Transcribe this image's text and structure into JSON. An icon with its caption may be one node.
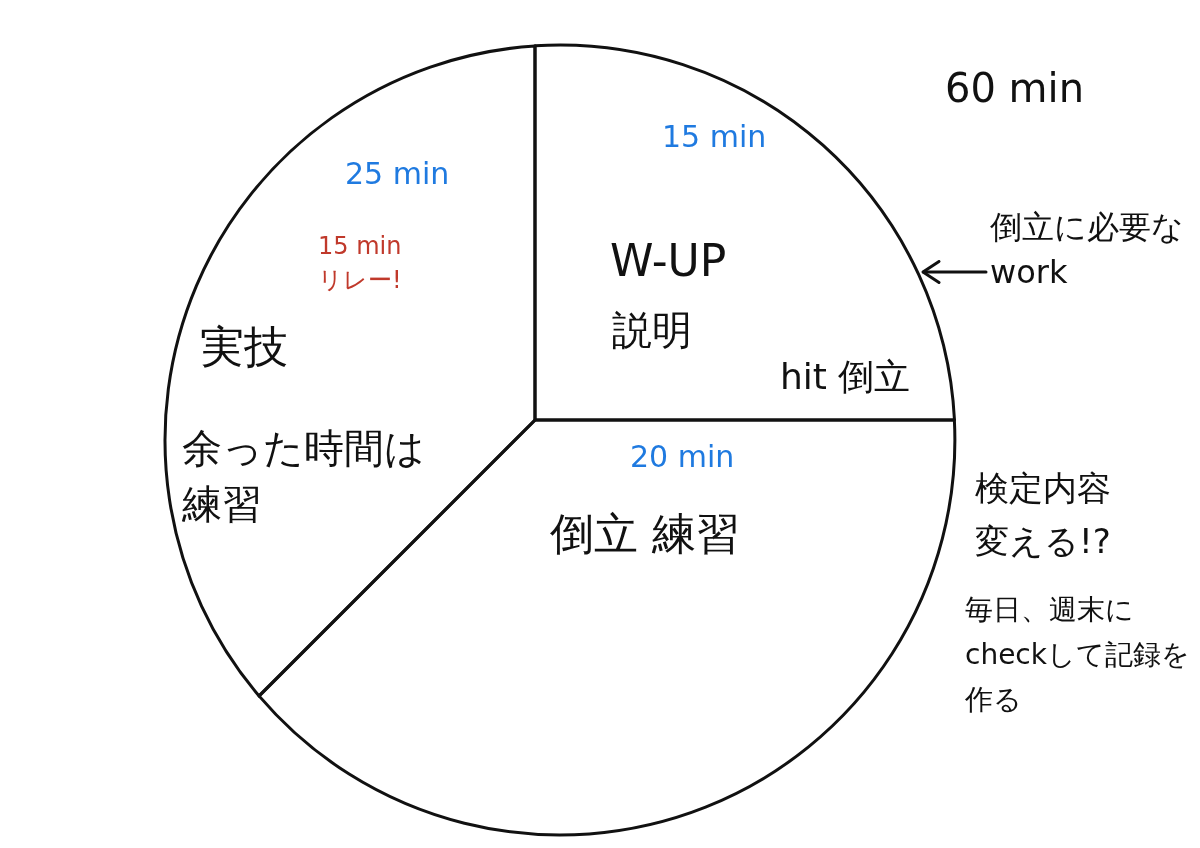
{
  "diagram": {
    "nodes": [
      {
        "text": [
          "15 min",
          "W-UP",
          "説明",
          "hit 倒立"
        ]
      },
      {
        "text": [
          "20 min",
          "倒立 練習"
        ]
      },
      {
        "text": [
          "25 min",
          "15 min リレー!",
          "実技",
          "余った時間は練習"
        ]
      },
      {
        "text": [
          "倒立に必要なwork"
        ]
      }
    ],
    "edges": [
      {
        "from": 3,
        "to": 0,
        "arrow": "to"
      }
    ],
    "labels": [
      "60 min",
      "検定内容変える!?",
      "毎日、週末にcheckして記録を作る"
    ]
  }
}
